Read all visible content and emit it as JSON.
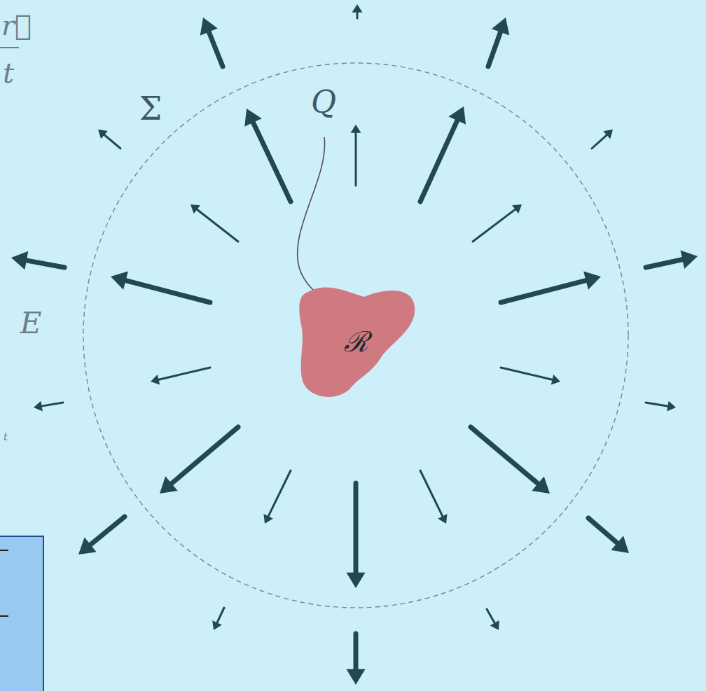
{
  "diagram": {
    "nodes": [
      {
        "text": [
          "Σ"
        ]
      },
      {
        "text": [
          "ℛ"
        ],
        "in": 0
      }
    ],
    "labels": [
      "Q",
      "r⃗",
      "t",
      "E",
      "t"
    ]
  }
}
